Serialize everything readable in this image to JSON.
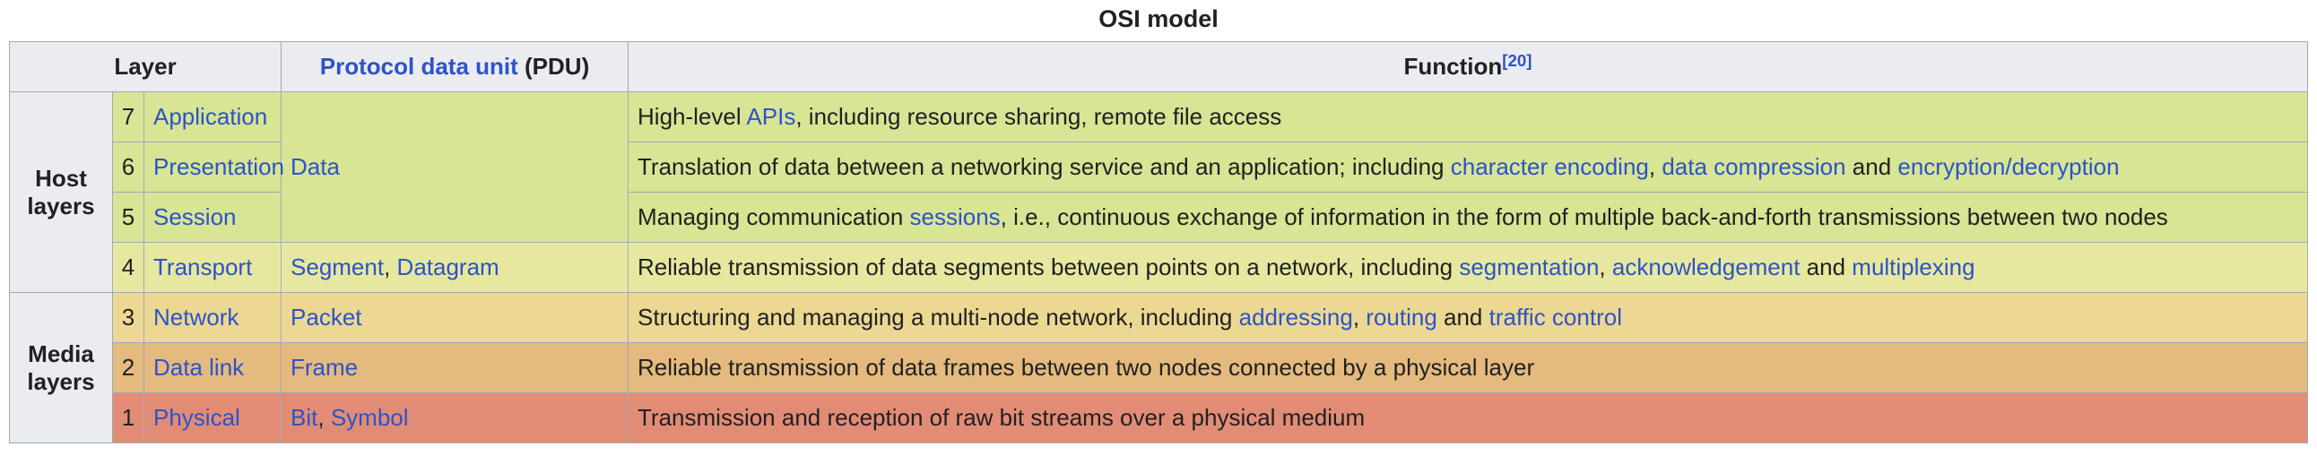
{
  "title": "OSI model",
  "colors": {
    "border_gray": "#a2a9b1",
    "header_gray": "#eaecf0",
    "link_blue": "#2d53c7",
    "text_black": "#202122",
    "host_green": "#d7e594",
    "transport_yellow": "#e7e8a0",
    "network_tan": "#ecd893",
    "datalink_orange": "#e5ba7e",
    "physical_salmon": "#e28c76"
  },
  "header": {
    "layer": "Layer",
    "pdu": [
      {
        "t": "Protocol data unit",
        "link": true
      },
      {
        "t": " (PDU)"
      }
    ],
    "function": [
      {
        "t": "Function"
      },
      {
        "t": "[20]",
        "link": true,
        "sup": true
      }
    ]
  },
  "groups": [
    {
      "label": "Host layers"
    },
    {
      "label": "Media layers"
    }
  ],
  "shared_pdu": [
    {
      "t": "Data",
      "link": true
    }
  ],
  "rows": [
    {
      "number": "7",
      "name": "Application",
      "function": [
        {
          "t": "High-level "
        },
        {
          "t": "APIs",
          "link": true
        },
        {
          "t": ", including resource sharing, remote file access"
        }
      ]
    },
    {
      "number": "6",
      "name": "Presentation",
      "function": [
        {
          "t": "Translation of data between a networking service and an application; including "
        },
        {
          "t": "character encoding",
          "link": true
        },
        {
          "t": ", "
        },
        {
          "t": "data compression",
          "link": true
        },
        {
          "t": " and "
        },
        {
          "t": "encryption/decryption",
          "link": true
        }
      ]
    },
    {
      "number": "5",
      "name": "Session",
      "function": [
        {
          "t": "Managing communication "
        },
        {
          "t": "sessions",
          "link": true
        },
        {
          "t": ", i.e., continuous exchange of information in the form of multiple back-and-forth transmissions between two nodes"
        }
      ]
    },
    {
      "number": "4",
      "name": "Transport",
      "pdu": [
        {
          "t": "Segment",
          "link": true
        },
        {
          "t": ", "
        },
        {
          "t": "Datagram",
          "link": true
        }
      ],
      "function": [
        {
          "t": "Reliable transmission of data segments between points on a network, including "
        },
        {
          "t": "segmentation",
          "link": true
        },
        {
          "t": ", "
        },
        {
          "t": "acknowledgement",
          "link": true
        },
        {
          "t": " and "
        },
        {
          "t": "multiplexing",
          "link": true
        }
      ]
    },
    {
      "number": "3",
      "name": "Network",
      "pdu": [
        {
          "t": "Packet",
          "link": true
        }
      ],
      "function": [
        {
          "t": "Structuring and managing a multi-node network, including "
        },
        {
          "t": "addressing",
          "link": true
        },
        {
          "t": ", "
        },
        {
          "t": "routing",
          "link": true
        },
        {
          "t": " and "
        },
        {
          "t": "traffic control",
          "link": true
        }
      ]
    },
    {
      "number": "2",
      "name": "Data link",
      "pdu": [
        {
          "t": "Frame",
          "link": true
        }
      ],
      "function": [
        {
          "t": "Reliable transmission of data frames between two nodes connected by a physical layer"
        }
      ]
    },
    {
      "number": "1",
      "name": "Physical",
      "pdu": [
        {
          "t": "Bit",
          "link": true
        },
        {
          "t": ", "
        },
        {
          "t": "Symbol",
          "link": true
        }
      ],
      "function": [
        {
          "t": "Transmission and reception of raw bit streams over a physical medium"
        }
      ]
    }
  ]
}
